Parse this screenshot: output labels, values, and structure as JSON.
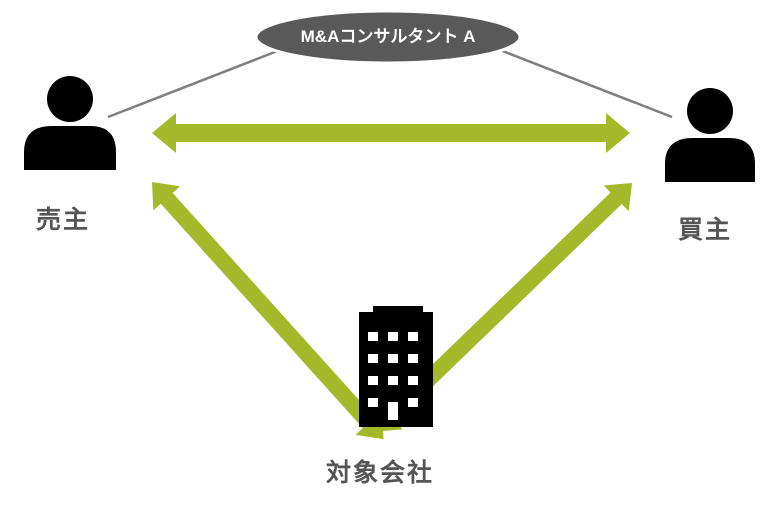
{
  "nodes": {
    "consultant": {
      "label": "M&Aコンサルタント A"
    },
    "seller": {
      "label": "売主"
    },
    "buyer": {
      "label": "買主"
    },
    "company": {
      "label": "対象会社"
    }
  },
  "colors": {
    "arrow": "#a4b92a",
    "icon": "#000000",
    "label": "#555555",
    "consultant_bubble": "#595959",
    "connector_line": "#7f7f7f"
  },
  "icons": {
    "seller": "person-icon",
    "buyer": "person-icon",
    "company": "office-building-icon"
  }
}
